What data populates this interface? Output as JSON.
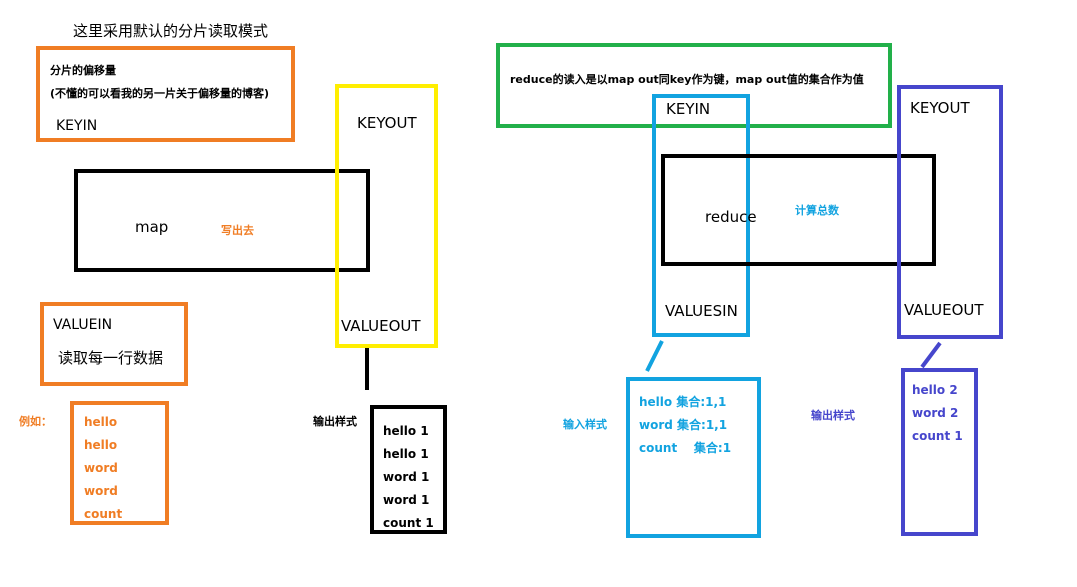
{
  "title": "这里采用默认的分片读取模式",
  "map_side": {
    "input_key": {
      "line1": "分片的偏移量",
      "line2": "(不懂的可以看我的另一片关于偏移量的博客)",
      "label": "KEYIN"
    },
    "map_box": {
      "label": "map",
      "note": "写出去"
    },
    "output_key_label": "KEYOUT",
    "output_value_label": "VALUEOUT",
    "input_value": {
      "label": "VALUEIN",
      "desc": "读取每一行数据"
    },
    "example_label": "例如：",
    "example_items": [
      "hello",
      "hello",
      "word",
      "word",
      "count"
    ],
    "output_style_label": "输出样式",
    "output_items": [
      "hello 1",
      "hello 1",
      "word 1",
      "word 1",
      "count 1"
    ]
  },
  "reduce_side": {
    "header": "reduce的读入是以map out同key作为键，map out值的集合作为值",
    "input_key_label": "KEYIN",
    "reduce_box": {
      "label": "reduce",
      "note": "计算总数"
    },
    "input_value_label": "VALUESIN",
    "output_key_label": "KEYOUT",
    "output_value_label": "VALUEOUT",
    "input_style_label": "输入样式",
    "input_items": [
      "hello 集合:1,1",
      "word 集合:1,1",
      "count    集合:1"
    ],
    "output_style_label": "输出样式",
    "output_items": [
      "hello 2",
      "word 2",
      "count 1"
    ]
  },
  "colors": {
    "orange": "#f07d24",
    "black": "#000000",
    "yellow": "#ffee00",
    "green": "#22b04a",
    "blue": "#12a3e0",
    "indigo": "#4646cc"
  }
}
